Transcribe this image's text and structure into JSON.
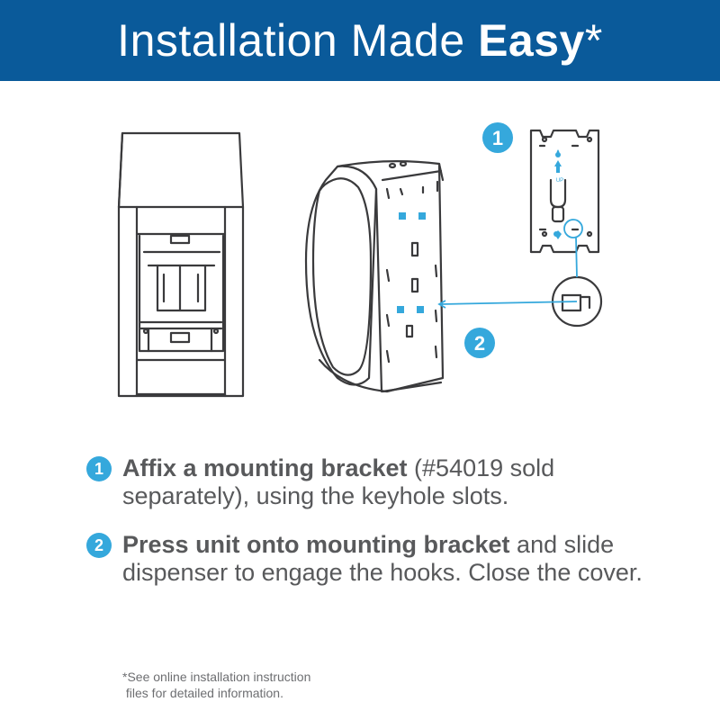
{
  "header": {
    "title_regular": "Installation Made ",
    "title_bold": "Easy",
    "title_suffix": "*"
  },
  "diagram": {
    "callout_1": "1",
    "callout_2": "2",
    "accent_color": "#35a8dc",
    "bracket_label": "UP"
  },
  "steps": [
    {
      "number": "1",
      "bold": "Affix a mounting bracket",
      "rest": " (#54019 sold separately), using the keyhole slots."
    },
    {
      "number": "2",
      "bold": "Press unit onto mounting bracket",
      "rest": " and slide dispenser to engage the hooks. Close the cover."
    }
  ],
  "footnote": {
    "line1": "*See online installation instruction",
    "line2": " files for detailed information."
  },
  "colors": {
    "banner": "#0a5a9a",
    "text": "#58595b",
    "accent": "#35a8dc"
  }
}
